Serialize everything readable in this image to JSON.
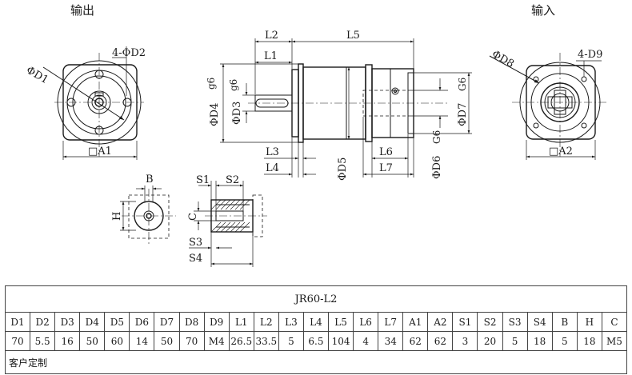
{
  "views": {
    "output_label": "输出",
    "input_label": "输入"
  },
  "dims": {
    "d1": "ΦD1",
    "d2": "4-ΦD2",
    "a1": "□A1",
    "l1": "L1",
    "l2": "L2",
    "l3": "L3",
    "l4": "L4",
    "l5": "L5",
    "l6": "L6",
    "l7": "L7",
    "d3": "ΦD3",
    "d3_tol": "g6",
    "d4": "ΦD4",
    "d4_tol": "g6",
    "d5": "ΦD5",
    "d6": "ΦD6",
    "d6_tol": "G6",
    "d7": "ΦD7",
    "d7_tol": "G6",
    "d8": "ΦD8",
    "d9": "4-D9",
    "a2": "□A2",
    "b": "B",
    "h": "H",
    "c": "C",
    "s1": "S1",
    "s2": "S2",
    "s3": "S3",
    "s4": "S4"
  },
  "table": {
    "model": "JR60-L2",
    "headers": [
      "D1",
      "D2",
      "D3",
      "D4",
      "D5",
      "D6",
      "D7",
      "D8",
      "D9",
      "L1",
      "L2",
      "L3",
      "L4",
      "L5",
      "L6",
      "L7",
      "A1",
      "A2",
      "S1",
      "S2",
      "S3",
      "S4",
      "B",
      "H",
      "C"
    ],
    "values": [
      "70",
      "5.5",
      "16",
      "50",
      "60",
      "14",
      "50",
      "70",
      "M4",
      "26.5",
      "33.5",
      "5",
      "6.5",
      "104",
      "4",
      "34",
      "62",
      "62",
      "3",
      "20",
      "5",
      "18",
      "5",
      "18",
      "M5"
    ],
    "custom_note": "客户定制"
  }
}
